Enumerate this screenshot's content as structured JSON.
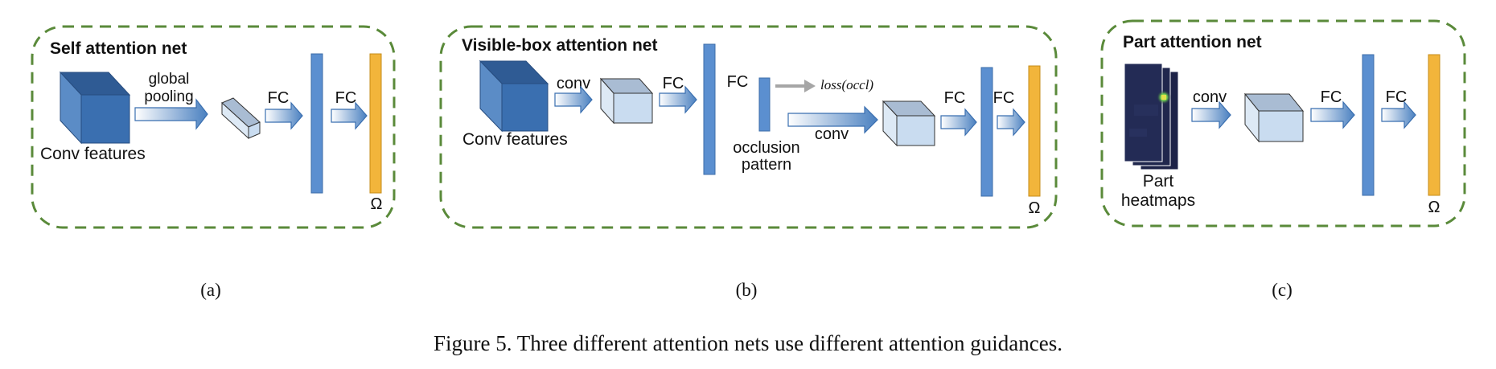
{
  "panels": {
    "a": {
      "title": "Self attention net",
      "input_label": "Conv features",
      "pool_label_line1": "global",
      "pool_label_line2": "pooling",
      "fc1_label": "FC",
      "fc2_label": "FC",
      "omega_label": "Ω",
      "caption": "(a)"
    },
    "b": {
      "title": "Visible-box attention net",
      "input_label": "Conv features",
      "conv1_label": "conv",
      "fc1_label": "FC",
      "fc2_label": "FC",
      "loss_label": "loss(occl)",
      "occlusion_line1": "occlusion",
      "occlusion_line2": "pattern",
      "conv2_label": "conv",
      "fc3_label": "FC",
      "fc4_label": "FC",
      "omega_label": "Ω",
      "caption": "(b)"
    },
    "c": {
      "title": "Part attention net",
      "input_label_line1": "Part",
      "input_label_line2": "heatmaps",
      "conv_label": "conv",
      "fc1_label": "FC",
      "fc2_label": "FC",
      "omega_label": "Ω",
      "caption": "(c)"
    }
  },
  "figure_caption": "Figure 5. Three different attention nets use different attention guidances.",
  "colors": {
    "border_dash": "#5a8a3a",
    "cube_dark_front": "#3a6fb0",
    "cube_dark_top": "#2f5b94",
    "cube_dark_side": "#5b8cc6",
    "cube_light_front": "#c9dcf0",
    "cube_light_top": "#a9bcd3",
    "cube_light_side": "#dde9f5",
    "fc_bar": "#5b8fd0",
    "omega_bar": "#f2b53b",
    "arrow_fill_start": "#ffffff",
    "arrow_fill_end": "#4a80c0",
    "loss_arrow": "#a6a6a6",
    "heatmap": "#20274d"
  }
}
